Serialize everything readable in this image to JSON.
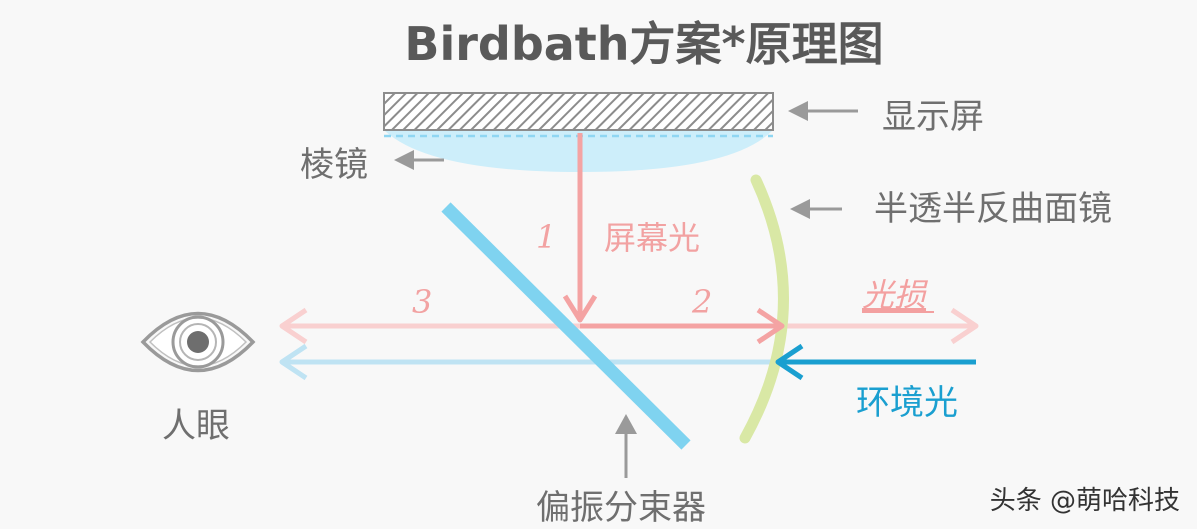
{
  "title": "Birdbath方案*原理图",
  "labels": {
    "display": "显示屏",
    "prism": "棱镜",
    "mirror": "半透半反曲面镜",
    "screen_light": "屏幕光",
    "light_loss": "光损",
    "ambient_light": "环境光",
    "eye": "人眼",
    "beam_splitter": "偏振分束器"
  },
  "path_numbers": {
    "n1": "1",
    "n2": "2",
    "n3": "3"
  },
  "watermark": "头条 @萌哈科技",
  "colors": {
    "screen_light": "#f4a3a3",
    "screen_light_faint": "#f9d0d0",
    "ambient_light": "#1a9fd0",
    "ambient_light_faint": "#bfe3f3",
    "beam_splitter": "#7fd3f0",
    "mirror": "#d9e8a5",
    "prism": "#cdeefa",
    "pointer_arrows": "#9a9a9a",
    "text_gray": "#6f6f6f"
  }
}
